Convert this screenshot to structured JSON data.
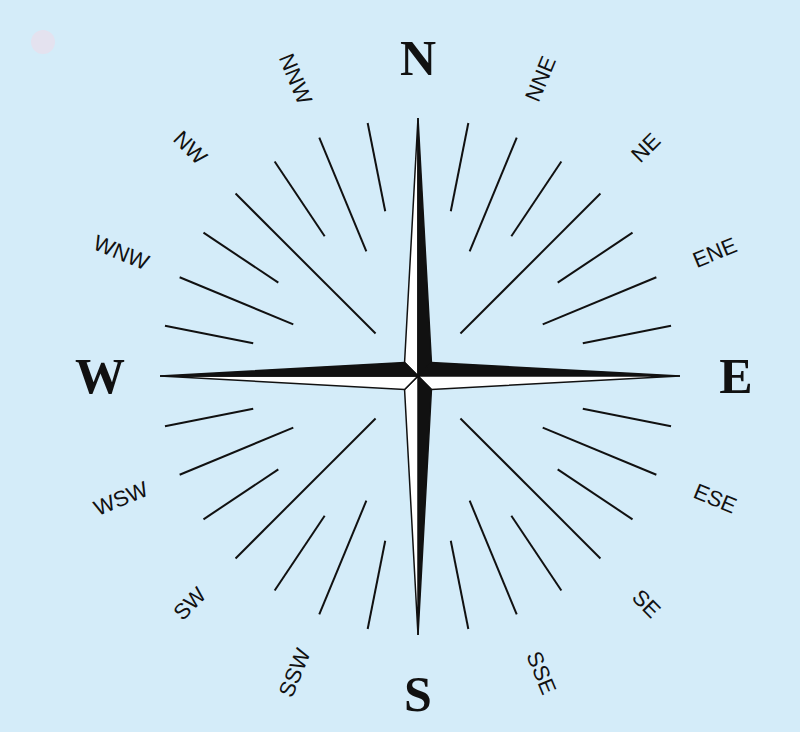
{
  "diagram": {
    "labels": [
      "N",
      "NNE",
      "NE",
      "ENE",
      "E",
      "ESE",
      "SE",
      "SSE",
      "S",
      "SSW",
      "SW",
      "WSW",
      "W",
      "WNW",
      "NW",
      "NNW"
    ]
  }
}
